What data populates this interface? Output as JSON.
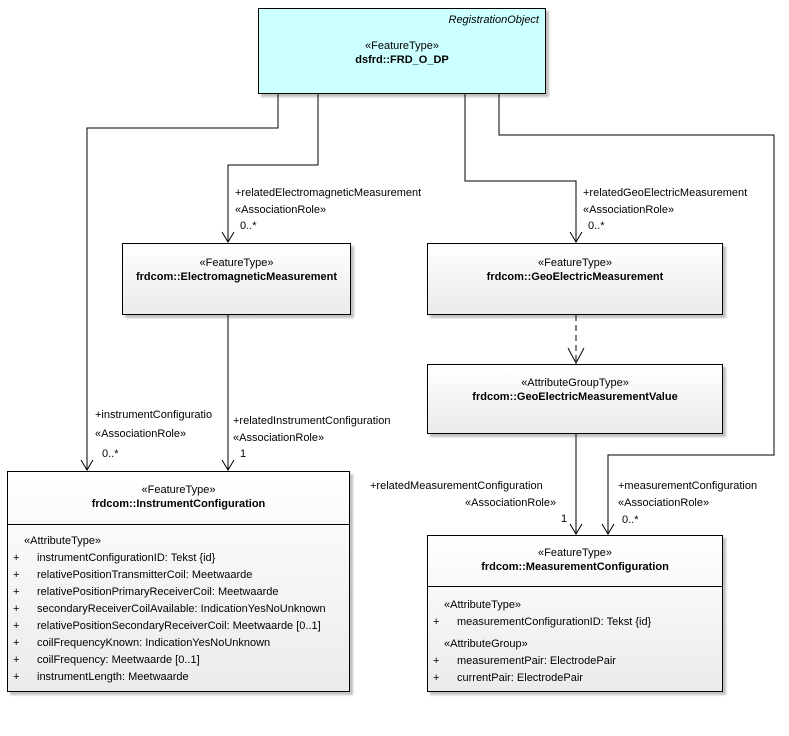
{
  "registration": {
    "corner": "RegistrationObject",
    "stereotype": "«FeatureType»",
    "name": "dsfrd::FRD_O_DP"
  },
  "em_measurement": {
    "stereotype": "«FeatureType»",
    "name": "frdcom::ElectromagneticMeasurement"
  },
  "ge_measurement": {
    "stereotype": "«FeatureType»",
    "name": "frdcom::GeoElectricMeasurement"
  },
  "ge_value": {
    "stereotype": "«AttributeGroupType»",
    "name": "frdcom::GeoElectricMeasurementValue"
  },
  "instrument_config": {
    "stereotype": "«FeatureType»",
    "name": "frdcom::InstrumentConfiguration",
    "section": "«AttributeType»",
    "attributes": [
      {
        "vis": "+",
        "text": "instrumentConfigurationID: Tekst {id}"
      },
      {
        "vis": "+",
        "text": "relativePositionTransmitterCoil: Meetwaarde"
      },
      {
        "vis": "+",
        "text": "relativePositionPrimaryReceiverCoil: Meetwaarde"
      },
      {
        "vis": "+",
        "text": "secondaryReceiverCoilAvailable: IndicationYesNoUnknown"
      },
      {
        "vis": "+",
        "text": "relativePositionSecondaryReceiverCoil: Meetwaarde [0..1]"
      },
      {
        "vis": "+",
        "text": "coilFrequencyKnown: IndicationYesNoUnknown"
      },
      {
        "vis": "+",
        "text": "coilFrequency: Meetwaarde [0..1]"
      },
      {
        "vis": "+",
        "text": "instrumentLength: Meetwaarde"
      }
    ]
  },
  "measurement_config": {
    "stereotype": "«FeatureType»",
    "name": "frdcom::MeasurementConfiguration",
    "section1": "«AttributeType»",
    "attributes1": [
      {
        "vis": "+",
        "text": "measurementConfigurationID: Tekst {id}"
      }
    ],
    "section2": "«AttributeGroup»",
    "attributes2": [
      {
        "vis": "+",
        "text": "measurementPair: ElectrodePair"
      },
      {
        "vis": "+",
        "text": "currentPair: ElectrodePair"
      }
    ]
  },
  "links": {
    "em_role": "+relatedElectromagneticMeasurement",
    "em_stereo": "«AssociationRole»",
    "em_mult": "0..*",
    "ge_role": "+relatedGeoElectricMeasurement",
    "ge_stereo": "«AssociationRole»",
    "ge_mult": "0..*",
    "ic_role": "+instrumentConfiguratio",
    "ic_stereo": "«AssociationRole»",
    "ic_mult": "0..*",
    "ric_role": "+relatedInstrumentConfiguration",
    "ric_stereo": "«AssociationRole»",
    "ric_mult": "1",
    "rmc_role": "+relatedMeasurementConfiguration",
    "rmc_stereo": "«AssociationRole»",
    "rmc_mult": "1",
    "mc_role": "+measurementConfiguration",
    "mc_stereo": "«AssociationRole»",
    "mc_mult": "0..*"
  }
}
